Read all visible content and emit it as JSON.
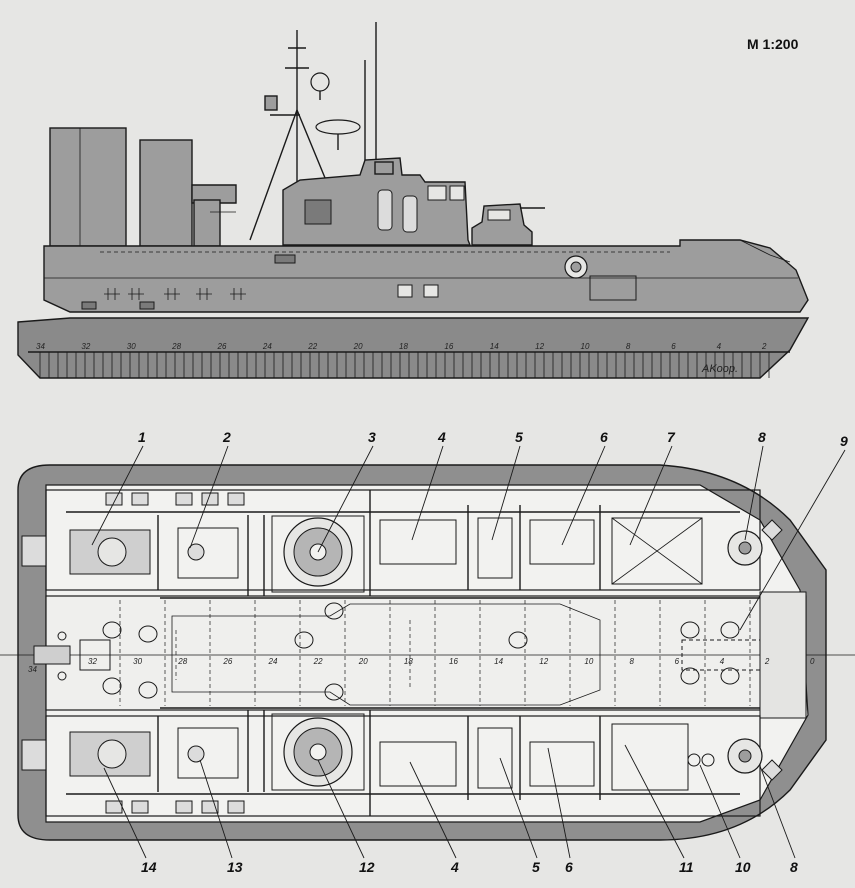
{
  "scale_label": "M 1:200",
  "side_frame_numbers": [
    "34",
    "32",
    "30",
    "28",
    "26",
    "24",
    "22",
    "20",
    "18",
    "16",
    "14",
    "12",
    "10",
    "8",
    "6",
    "4",
    "2"
  ],
  "plan_frame_numbers": [
    "32",
    "30",
    "28",
    "26",
    "24",
    "22",
    "20",
    "18",
    "16",
    "14",
    "12",
    "10",
    "8",
    "6",
    "4",
    "2",
    "0"
  ],
  "plan_stern_number": "34",
  "signature": "AKoop.",
  "top_callouts": [
    "1",
    "2",
    "3",
    "4",
    "5",
    "6",
    "7",
    "8",
    "9"
  ],
  "bottom_callouts": [
    "14",
    "13",
    "12",
    "4",
    "5",
    "6",
    "11",
    "10",
    "8"
  ],
  "colors": {
    "paper": "#e6e6e4",
    "hull": "#9d9d9d",
    "skirt": "#8a8a8a",
    "ink": "#1a1a1a",
    "deck": "#f2f2f0"
  }
}
